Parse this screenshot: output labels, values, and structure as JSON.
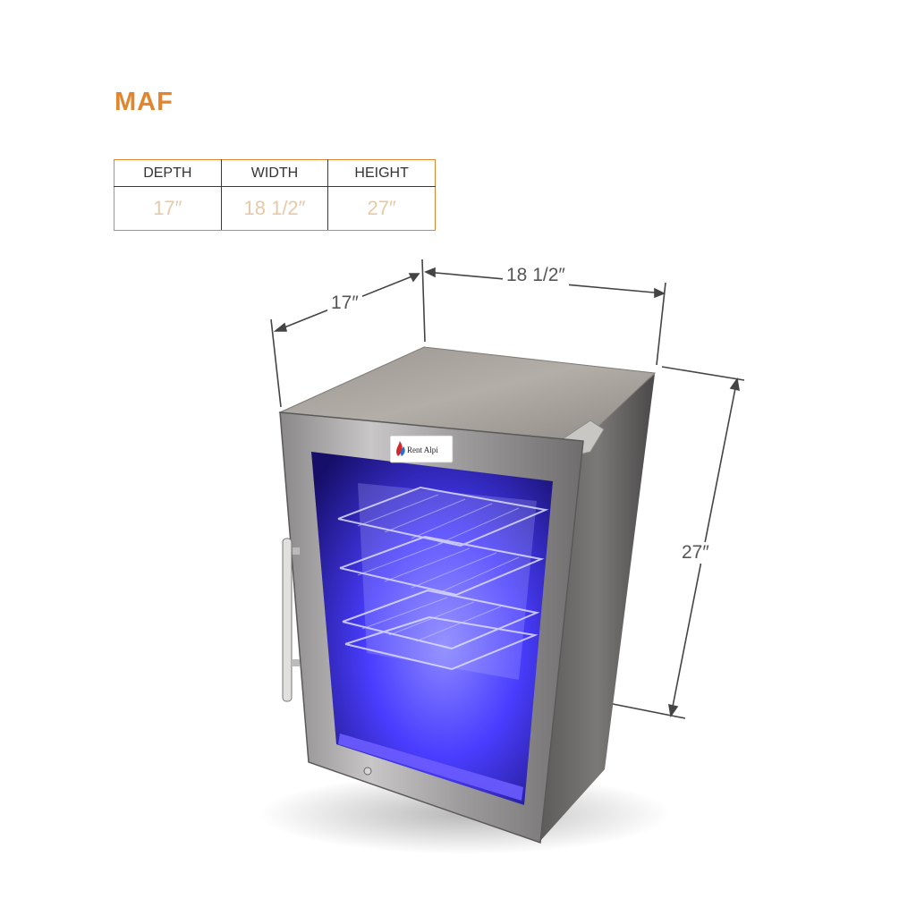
{
  "title": "MAF",
  "specs": {
    "headers": [
      "DEPTH",
      "WIDTH",
      "HEIGHT"
    ],
    "values": [
      "17″",
      "18 1/2″",
      "27″"
    ]
  },
  "dimensions": {
    "depth": "17″",
    "width": "18 1/2″",
    "height": "27″"
  },
  "brand_label": "Rent Alpi",
  "colors": {
    "accent": "#e1862e",
    "value_text": "#e7c9a6",
    "interior_light": "#3b2cff"
  }
}
